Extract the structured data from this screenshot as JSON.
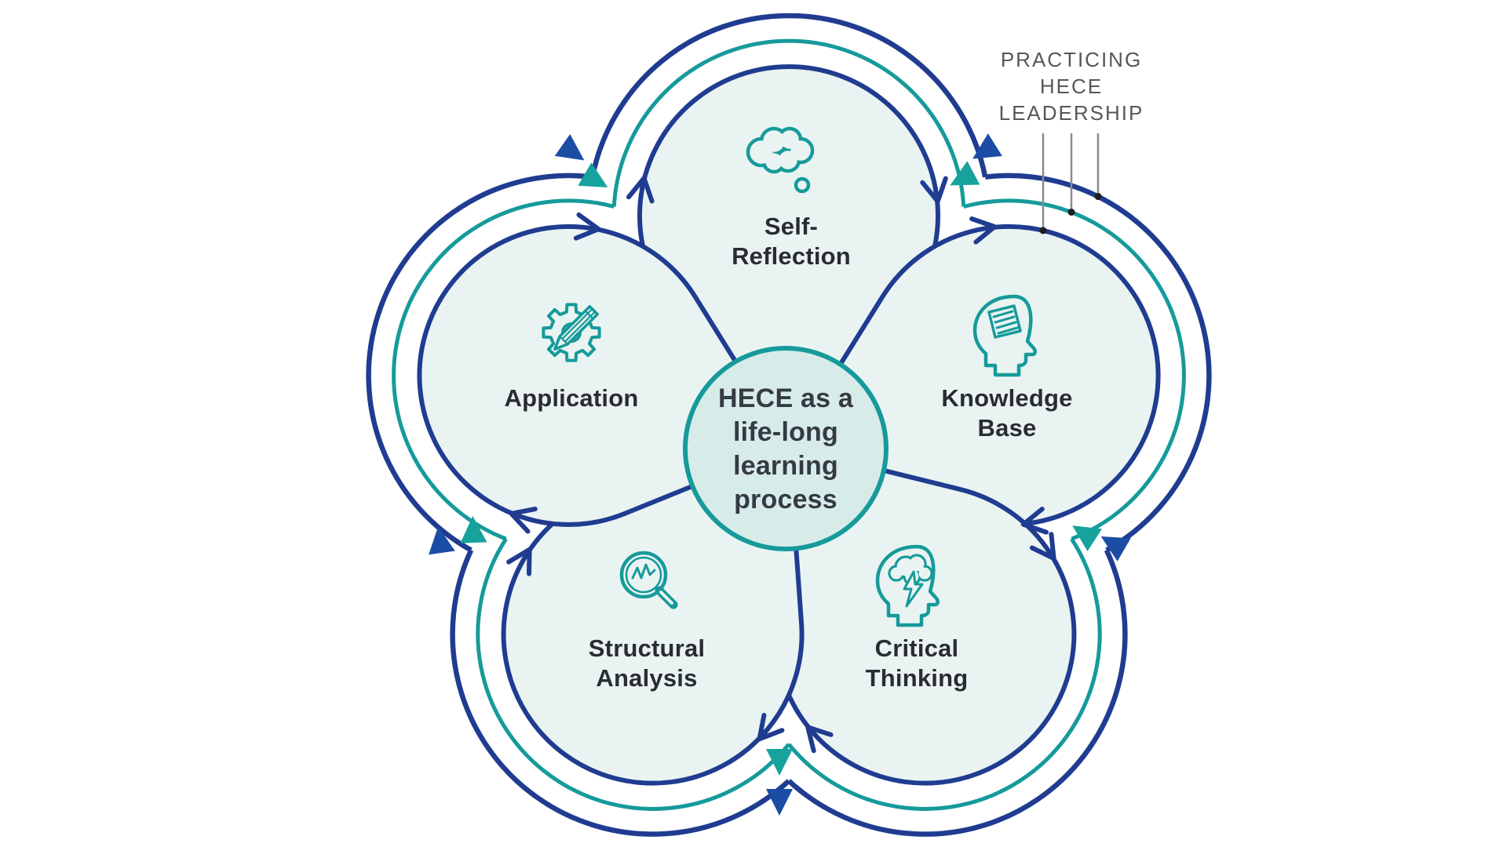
{
  "diagram": {
    "center": {
      "label": "HECE as a\nlife-long\nlearning\nprocess"
    },
    "petals": [
      {
        "id": "self-reflection",
        "label": "Self-\nReflection",
        "icon": "thought-cloud"
      },
      {
        "id": "knowledge-base",
        "label": "Knowledge\nBase",
        "icon": "head-document"
      },
      {
        "id": "critical-thinking",
        "label": "Critical\nThinking",
        "icon": "head-brain-lightning"
      },
      {
        "id": "structural-analysis",
        "label": "Structural\nAnalysis",
        "icon": "magnifier-trend"
      },
      {
        "id": "application",
        "label": "Application",
        "icon": "gear-pencil"
      }
    ],
    "callout": {
      "label": "PRACTICING\nHECE\nLEADERSHIP"
    },
    "colors": {
      "navy": "#203c91",
      "teal": "#169a9b",
      "arrow_navy": "#1c4da4",
      "arrow_teal": "#17a29d",
      "petal_fill": "#e9f4f2",
      "center_fill": "#d7ece9",
      "label_text": "#2a2c31",
      "center_text": "#353a44",
      "callout_text": "#55575a",
      "callout_line": "#8a8c8f",
      "callout_dot": "#1e1e1e",
      "background": "#ffffff"
    }
  }
}
